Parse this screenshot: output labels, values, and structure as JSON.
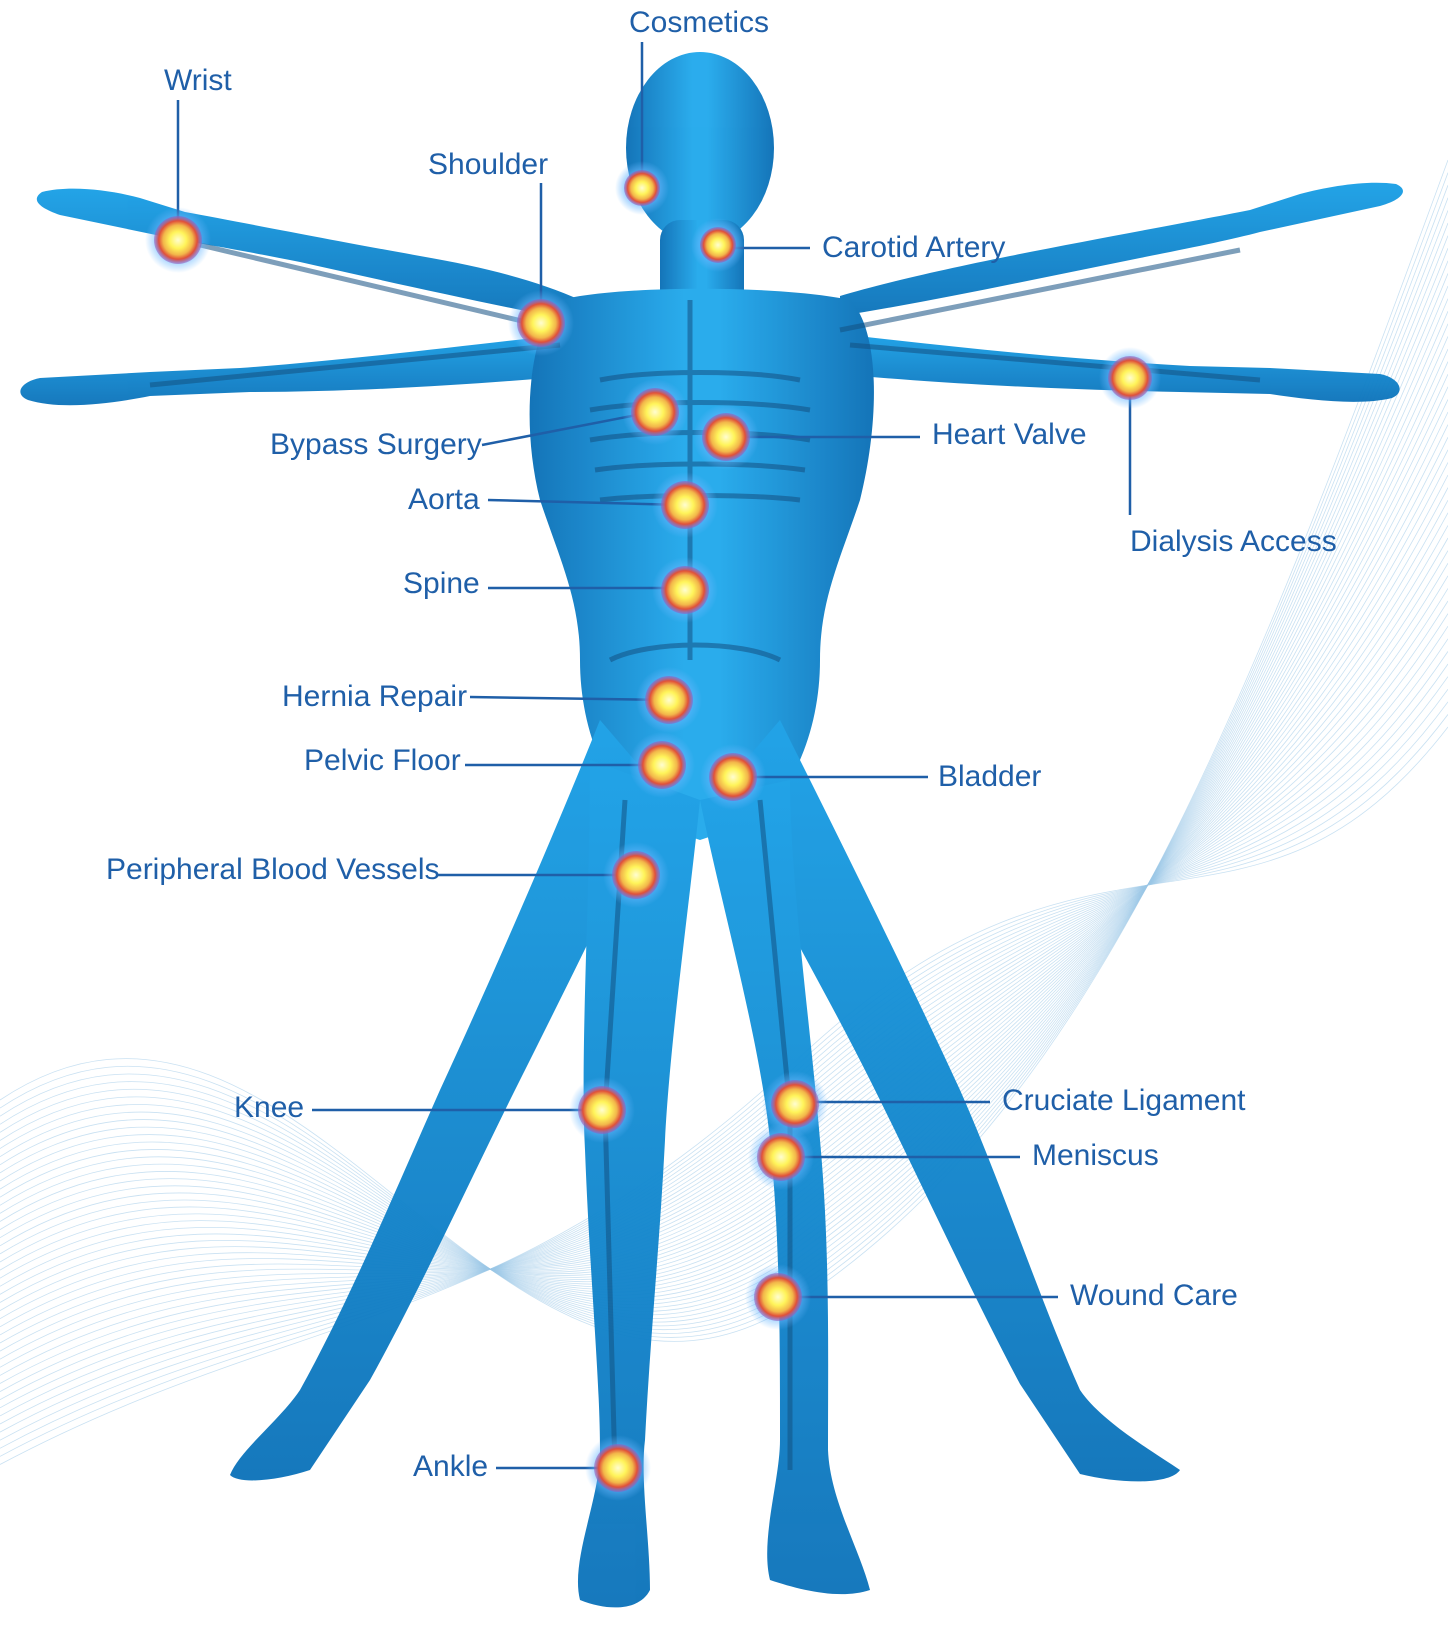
{
  "labels": {
    "cosmetics": "Cosmetics",
    "wrist": "Wrist",
    "shoulder": "Shoulder",
    "carotid_artery": "Carotid Artery",
    "bypass_surgery": "Bypass Surgery",
    "heart_valve": "Heart Valve",
    "aorta": "Aorta",
    "dialysis_access": "Dialysis Access",
    "spine": "Spine",
    "hernia_repair": "Hernia Repair",
    "pelvic_floor": "Pelvic Floor",
    "bladder": "Bladder",
    "peripheral_blood_vessels": "Peripheral Blood Vessels",
    "knee": "Knee",
    "cruciate_ligament": "Cruciate Ligament",
    "meniscus": "Meniscus",
    "wound_care": "Wound Care",
    "ankle": "Ankle"
  },
  "colors": {
    "label_text": "#1f5fa8",
    "leader_line": "#1f5fa8",
    "body_fill": "#1a9be0",
    "body_dark": "#0b5e9c",
    "skeleton": "#0a4a7e",
    "hotspot_core": "#fff45a",
    "hotspot_ring": "#e0503a",
    "background_lines": "#9cc9e8"
  }
}
